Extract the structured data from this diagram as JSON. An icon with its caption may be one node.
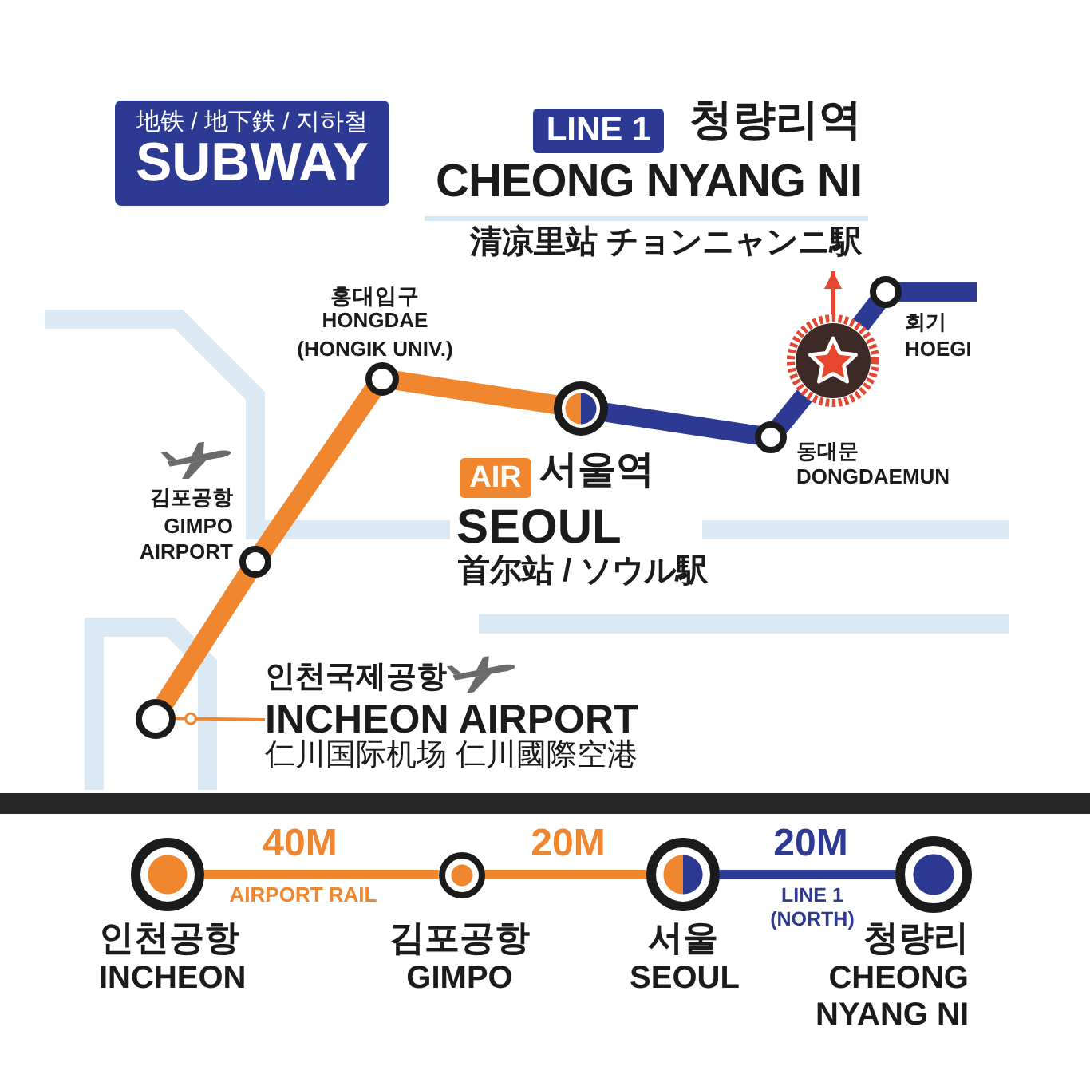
{
  "diagram": {
    "nodes": [
      {
        "text": [
          "地铁 / 地下鉄 / 지하철",
          "SUBWAY"
        ]
      },
      {
        "text": [
          "청량리역",
          "CHEONG NYANG NI",
          "清凉里站 チョンニャンニ駅"
        ]
      },
      {
        "text": [
          "LINE 1"
        ],
        "in": 1
      },
      {
        "text": [],
        "shape": "circle",
        "beside": [
          "회기",
          "HOEGI"
        ]
      },
      {
        "text": [],
        "shape": "circle"
      },
      {
        "text": [],
        "shape": "circle",
        "beside": [
          "홍대입구",
          "HONGDAE (HONGIK UNIV.)"
        ]
      },
      {
        "text": [],
        "shape": "circle",
        "beside": [
          "서울역",
          "SEOUL",
          "首尔站 / ソウル駅"
        ]
      },
      {
        "text": [],
        "shape": "circle",
        "beside": [
          "동대문",
          "DONGDAEMUN"
        ]
      },
      {
        "text": [
          "AIR"
        ]
      },
      {
        "text": [],
        "shape": "circle",
        "beside": [
          "김포공항",
          "GIMPO AIRPORT"
        ]
      },
      {
        "text": [],
        "shape": "circle"
      },
      {
        "text": [
          "인천국제공항",
          "INCHEON AIRPORT",
          "仁川国际机场 仁川國際空港"
        ]
      },
      {
        "text": [],
        "shape": "circle",
        "beside": [
          "인천공항",
          "INCHEON"
        ]
      },
      {
        "text": [],
        "shape": "circle",
        "beside": [
          "김포공항",
          "GIMPO"
        ]
      },
      {
        "text": [],
        "shape": "circle",
        "beside": [
          "서울",
          "SEOUL"
        ]
      },
      {
        "text": [],
        "shape": "circle",
        "beside": [
          "청량리",
          "CHEONG NYANG NI"
        ]
      }
    ],
    "edges": [
      {
        "from": 10,
        "to": 9,
        "arrow": "none",
        "color": "#f0872e"
      },
      {
        "from": 9,
        "to": 5,
        "arrow": "none",
        "color": "#f0872e"
      },
      {
        "from": 5,
        "to": 6,
        "arrow": "none",
        "color": "#f0872e"
      },
      {
        "from": 6,
        "to": 7,
        "arrow": "none",
        "color": "#2c3a94"
      },
      {
        "from": 7,
        "to": 4,
        "arrow": "none",
        "color": "#2c3a94"
      },
      {
        "from": 4,
        "to": 3,
        "arrow": "none",
        "color": "#2c3a94"
      },
      {
        "from": 3,
        "to": null,
        "arrow": "none",
        "color": "#2c3a94"
      },
      {
        "from": 4,
        "to": 1,
        "arrow": "to",
        "color": "#e4472f"
      },
      {
        "from": 11,
        "to": 10,
        "arrow": "other",
        "color": "#f0872e"
      },
      {
        "from": 12,
        "to": 13,
        "arrow": "none",
        "label": "40M",
        "color": "#f0872e"
      },
      {
        "from": 13,
        "to": 14,
        "arrow": "none",
        "label": "20M",
        "color": "#f0872e"
      },
      {
        "from": 14,
        "to": 15,
        "arrow": "none",
        "label": "20M",
        "color": "#2c3a94"
      }
    ],
    "labels": [
      "AIRPORT RAIL",
      "LINE 1 (NORTH)"
    ]
  }
}
